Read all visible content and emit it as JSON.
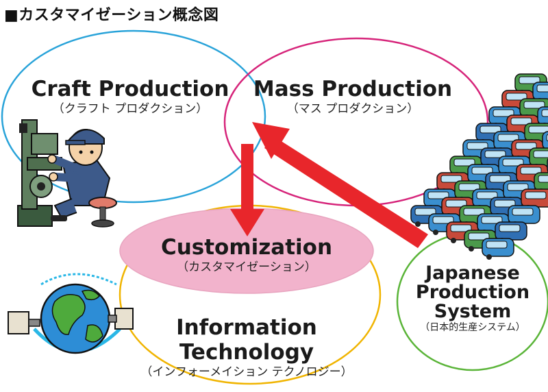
{
  "title": "■カスタマイゼーション概念図",
  "nodes": {
    "craft": {
      "en": "Craft Production",
      "jp": "（クラフト プロダクション）",
      "color": "#29a3d9"
    },
    "mass": {
      "en": "Mass Production",
      "jp": "（マス プロダクション）",
      "color": "#d6247a"
    },
    "customization": {
      "en": "Customization",
      "jp": "（カスタマイゼーション）",
      "fill": "#f2b3cc",
      "color": "#e8b4c8"
    },
    "it": {
      "en_line1": "Information",
      "en_line2": "Technology",
      "jp": "（インフォーメイション テクノロジー）",
      "color": "#f0b400"
    },
    "jps": {
      "en_line1": "Japanese",
      "en_line2": "Production",
      "en_line3": "System",
      "jp": "（日本的生産システム）",
      "color": "#5ab438"
    }
  },
  "arrows": {
    "color": "#e8262b"
  },
  "illustrations": [
    "craftsman-at-machine-icon",
    "car-rows-icon",
    "globe-satellites-icon"
  ]
}
